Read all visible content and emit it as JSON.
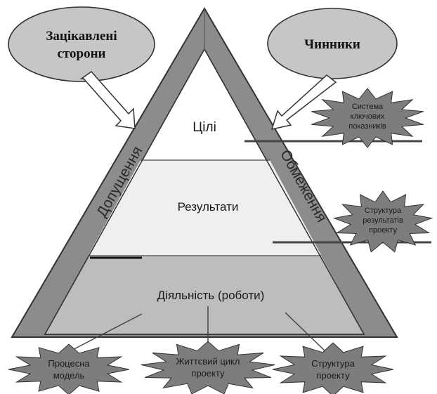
{
  "stakeholders": {
    "line1": "Зацікавлені",
    "line2": "сторони"
  },
  "factors": {
    "label": "Чинники"
  },
  "levels": {
    "goals": "Цілі",
    "results": "Результати",
    "activities": "Діяльність (роботи)"
  },
  "sides": {
    "assumptions": "Допущення",
    "constraints": "Обмеження"
  },
  "stars": {
    "kpi": [
      "Система",
      "ключових",
      "показників"
    ],
    "results_structure": [
      "Структура",
      "результатів",
      "проекту"
    ],
    "process_model": [
      "Процесна",
      "модель"
    ],
    "life_cycle": [
      "Життєвий цикл",
      "проекту"
    ],
    "project_structure": [
      "Структура",
      "проекту"
    ]
  },
  "colors": {
    "frame": "#8c8c8c",
    "outline": "#333333",
    "ellipse": "#c6c6c6",
    "star": "#7d7d7d",
    "results_band": "#efefef",
    "activities_band": "#bdbdbd"
  }
}
